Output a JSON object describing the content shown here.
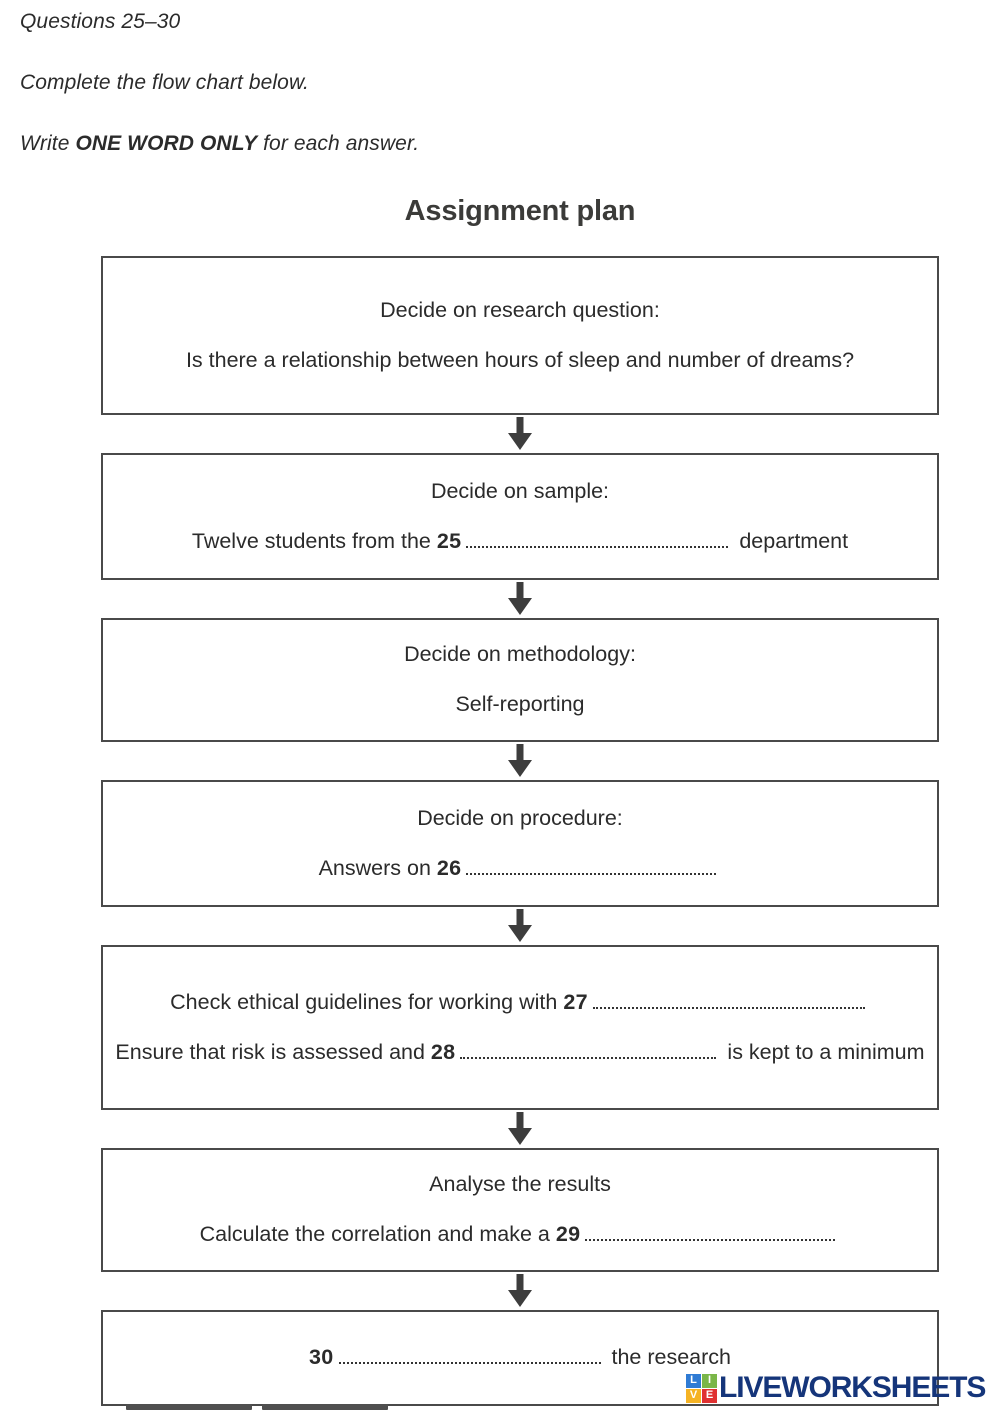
{
  "instructions": {
    "questions_range": "Questions 25–30",
    "task": "Complete the flow chart below.",
    "rule_prefix": "Write ",
    "rule_emphasis": "ONE WORD ONLY",
    "rule_suffix": " for each answer."
  },
  "chart_data": {
    "type": "diagram",
    "title": "Assignment plan",
    "orientation": "vertical",
    "connector": "down-arrow",
    "box_count": 7,
    "blank_count": 6,
    "boxes": [
      {
        "id": "box-research-question",
        "lines": [
          {
            "type": "text",
            "text": "Decide on research question:"
          },
          {
            "type": "text",
            "text": "Is there a relationship between hours of sleep and number of dreams?"
          }
        ]
      },
      {
        "id": "box-sample",
        "lines": [
          {
            "type": "text",
            "text": "Decide on sample:"
          },
          {
            "type": "blank",
            "before": "Twelve students from the ",
            "number": "25",
            "after": " department"
          }
        ]
      },
      {
        "id": "box-methodology",
        "lines": [
          {
            "type": "text",
            "text": "Decide on methodology:"
          },
          {
            "type": "text",
            "text": "Self-reporting"
          }
        ]
      },
      {
        "id": "box-procedure",
        "lines": [
          {
            "type": "text",
            "text": "Decide on procedure:"
          },
          {
            "type": "blank",
            "before": "Answers on ",
            "number": "26",
            "after": ""
          }
        ]
      },
      {
        "id": "box-ethics",
        "lines": [
          {
            "type": "blank",
            "before": "Check ethical guidelines for working with ",
            "number": "27",
            "after": ""
          },
          {
            "type": "blank",
            "before": "Ensure that risk is assessed and ",
            "number": "28",
            "after": " is kept to a minimum"
          }
        ]
      },
      {
        "id": "box-analyse",
        "lines": [
          {
            "type": "text",
            "text": "Analyse the results"
          },
          {
            "type": "blank",
            "before": "Calculate the correlation and make a ",
            "number": "29",
            "after": ""
          }
        ]
      },
      {
        "id": "box-final",
        "lines": [
          {
            "type": "blank",
            "before": "",
            "number": "30",
            "after": " the research"
          }
        ]
      }
    ]
  },
  "watermark": {
    "tiles": [
      {
        "letter": "L",
        "color": "#2f7bd4"
      },
      {
        "letter": "I",
        "color": "#7ab648"
      },
      {
        "letter": "V",
        "color": "#f5b324"
      },
      {
        "letter": "E",
        "color": "#e03131"
      }
    ],
    "wordmark": "LIVEWORKSHEETS",
    "wordmark_color": "#15357a"
  },
  "colors": {
    "box_border": "#4a4a4a",
    "text": "#2b2b2b",
    "title": "#3b3b39",
    "page_background": "#ffffff"
  }
}
